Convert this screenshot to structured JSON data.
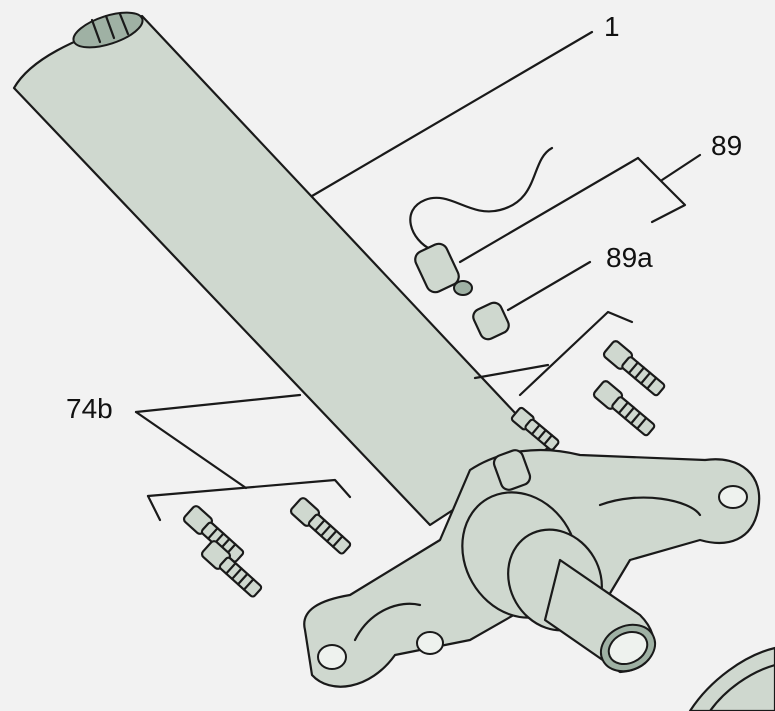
{
  "labels": {
    "part_1": "1",
    "part_89": "89",
    "part_89a": "89a",
    "part_74b": "74b"
  },
  "colors": {
    "background": "#f2f2f2",
    "part_fill": "#cfd8cf",
    "part_dark": "#9fb1a4",
    "outline": "#1a1a1a"
  }
}
